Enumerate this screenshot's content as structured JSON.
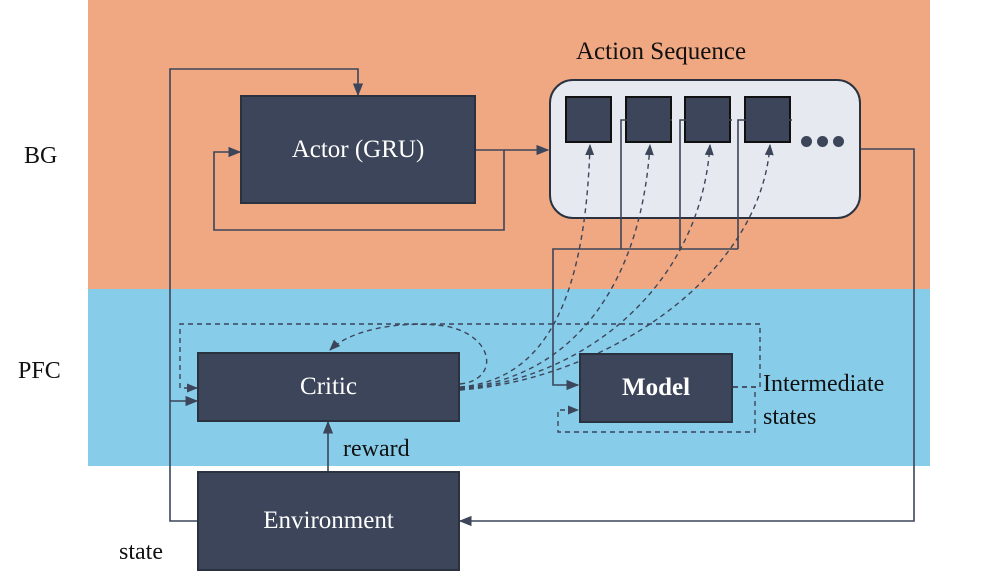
{
  "colors": {
    "bg_band": "#f0a882",
    "pfc_band": "#87cdea",
    "block": "#3c4559",
    "panel": "#e6e9ef",
    "line": "#3c4559"
  },
  "regions": {
    "bg_label": "BG",
    "pfc_label": "PFC"
  },
  "blocks": {
    "actor": "Actor (GRU)",
    "critic": "Critic",
    "model": "Model",
    "environment": "Environment"
  },
  "action_sequence": {
    "title": "Action Sequence",
    "item_count": 4,
    "continuation": "ellipsis-dots"
  },
  "edge_labels": {
    "reward": "reward",
    "state": "state",
    "intermediate_line1": "Intermediate",
    "intermediate_line2": "states"
  }
}
